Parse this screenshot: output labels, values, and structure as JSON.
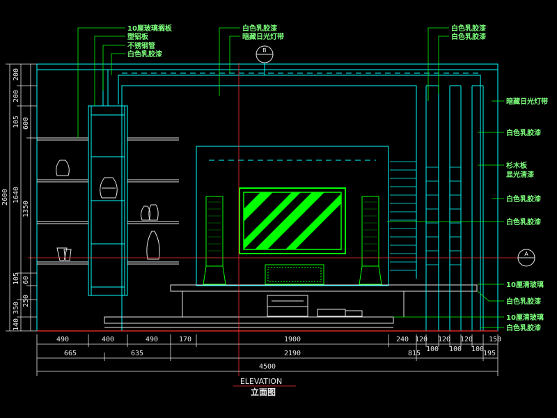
{
  "title": {
    "en": "ELEVATION",
    "cn": "立面图"
  },
  "section_marker": "B",
  "level_marker": "A",
  "left_callouts": [
    "10厘玻璃搁板",
    "塑铝板",
    "不锈钢管",
    "白色乳胶漆"
  ],
  "top_callouts": [
    "白色乳胶漆",
    "暗藏日光灯带"
  ],
  "top_right_callouts": [
    "白色乳胶漆",
    "白色乳胶漆"
  ],
  "right_callouts": [
    "暗藏日光灯带",
    "白色乳胶漆",
    "杉木板",
    "显光清漆",
    "白色乳胶漆",
    "白色乳胶漆",
    "10厘清玻璃",
    "白色乳胶漆",
    "10厘清玻璃",
    "白色乳胶漆"
  ],
  "vertical_dims_outer": [
    "2600"
  ],
  "vertical_dims_mid": [
    "200",
    "200",
    "105",
    "1640",
    "105",
    "350",
    "140"
  ],
  "vertical_dims_inner": [
    "600",
    "1350",
    "60",
    "250"
  ],
  "bottom_dims_row1": [
    "490",
    "400",
    "490",
    "170",
    "1900",
    "240",
    "120",
    "120",
    "120",
    "150"
  ],
  "bottom_dims_row1b": [
    "100",
    "100",
    "100"
  ],
  "bottom_dims_row2": [
    "665",
    "635",
    "2190",
    "815",
    "195"
  ],
  "bottom_total": "4500",
  "colors": {
    "line_cyan": "#00ffff",
    "line_green": "#00ff00",
    "text": "#7dff7d",
    "dim_text": "#e8e8e8",
    "accent_red": "#ff3030",
    "background": "#000000"
  }
}
